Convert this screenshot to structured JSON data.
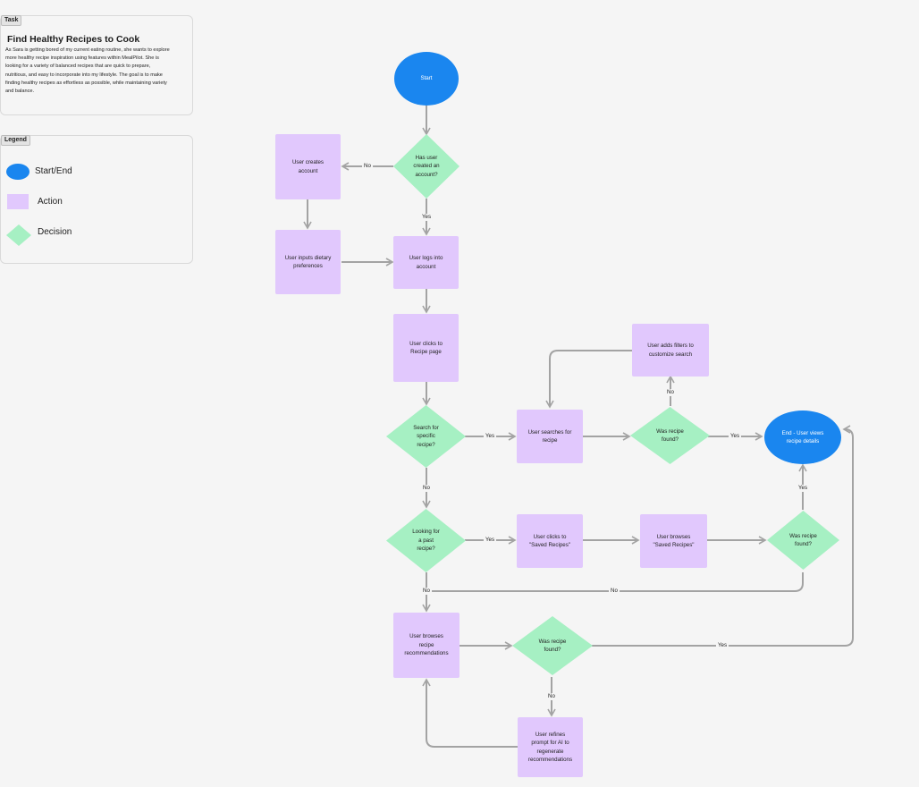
{
  "task": {
    "tag": "Task",
    "title": "Find Healthy Recipes to Cook",
    "description": "As Sara is getting bored of my current eating routine,  she wants to explore more healthy recipe inspiration using features within MealPilot. She is looking for a variety of balanced recipes that are quick to prepare, nutritious, and easy to incorporate into my lifestyle. The goal is to make finding healthy recipes as effortless as possible, while maintaining variety and balance."
  },
  "legend": {
    "tag": "Legend",
    "start_end": "Start/End",
    "action": "Action",
    "decision": "Decision"
  },
  "colors": {
    "terminal": "#1a86ef",
    "action": "#e1c8fd",
    "decision": "#a6f0c3",
    "arrow": "#a3a3a3"
  },
  "nodes": {
    "start": "Start",
    "has_account": "Has user\ncreated an\naccount?",
    "creates_account": "User creates\naccount",
    "inputs_prefs": "User inputs dietary\npreferences",
    "logs_in": "User logs into\naccount",
    "clicks_recipe": "User clicks to\nRecipe page",
    "search_specific": "Search for\nspecific\nrecipe?",
    "searches": "User searches for\nrecipe",
    "found1": "Was recipe\nfound?",
    "adds_filters": "User adds filters to\ncustomize search",
    "end": "End - User views\nrecipe details",
    "past_recipe": "Looking for\na past\nrecipe?",
    "clicks_saved": "User clicks to\n\"Saved Recipes\"",
    "browses_saved": "User browses\n\"Saved Recipes\"",
    "found2": "Was recipe\nfound?",
    "browses_recs": "User browses\nrecipe\nrecommendations",
    "found3": "Was recipe\nfound?",
    "refines": "User refines\nprompt for AI to\nregenerate\nrecommendations"
  },
  "edges": {
    "no_account": "No",
    "yes_account": "Yes",
    "yes_search": "Yes",
    "no_found1": "No",
    "yes_found1": "Yes",
    "no_search": "No",
    "yes_past": "Yes",
    "yes_found2": "Yes",
    "no_past": "No",
    "no_found2": "No",
    "yes_found3": "Yes",
    "no_found3": "No"
  }
}
